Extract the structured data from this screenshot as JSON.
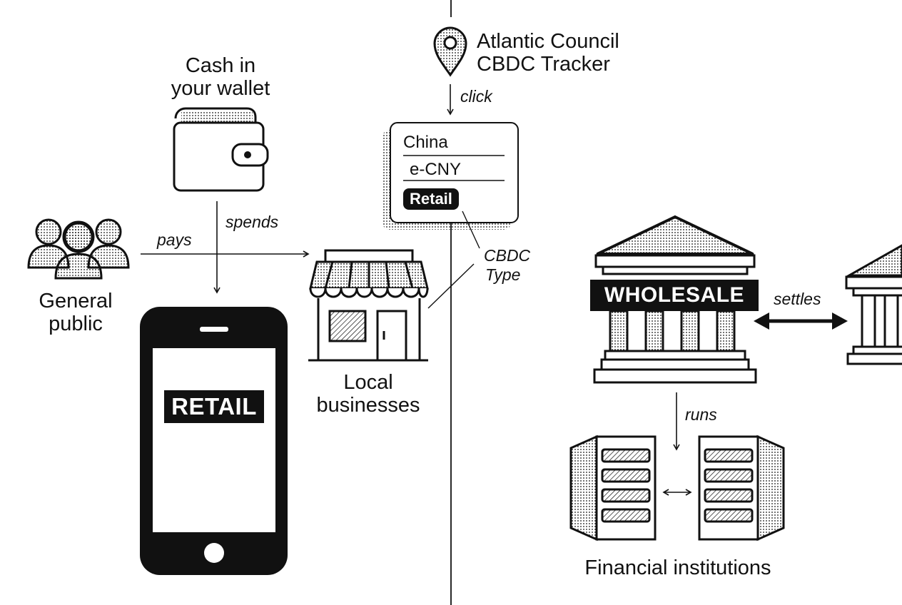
{
  "tracker": {
    "title_line1": "Atlantic Council",
    "title_line2": "CBDC Tracker",
    "click_label": "click"
  },
  "card": {
    "country": "China",
    "currency": "e-CNY",
    "type": "Retail"
  },
  "cbdc_type": {
    "line1": "CBDC",
    "line2": "Type"
  },
  "wallet": {
    "line1": "Cash in",
    "line2": "your wallet"
  },
  "public": {
    "line1": "General",
    "line2": "public"
  },
  "business": {
    "line1": "Local",
    "line2": "businesses"
  },
  "edges": {
    "pays": "pays",
    "spends": "spends",
    "settles": "settles",
    "runs": "runs"
  },
  "retail_label": "RETAIL",
  "wholesale_label": "WHOLESALE",
  "institutions": "Financial institutions"
}
